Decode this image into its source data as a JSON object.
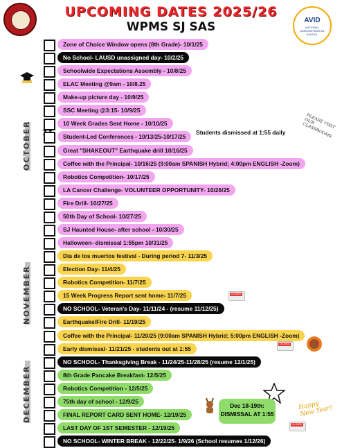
{
  "header": {
    "title": "UPCOMING DATES 2025/26",
    "subtitle": "WPMS SJ SAS",
    "right_logo_text": "AVID",
    "right_logo_sub": "NATIONAL DEMONSTRATION SCHOOL"
  },
  "months": {
    "oct": "OCTOBER",
    "nov": "NOVEMBER",
    "dec": "DECEMBER"
  },
  "events": [
    {
      "text": "Zone of Choice Window opens (8th Grade)- 10/1/25",
      "color": "pink"
    },
    {
      "text": "No School- LAUSD unassigned day- 10/2/25",
      "color": "black"
    },
    {
      "text": "Schoolwide Expectations Assembly - 10/8/25",
      "color": "pink"
    },
    {
      "text": "ELAC Meeting @9am - 10/8.25",
      "color": "pink"
    },
    {
      "text": "Make-up picture day - 10/9/25",
      "color": "pink"
    },
    {
      "text": "SSC Meeting @3:15- 10/9/25",
      "color": "pink"
    },
    {
      "text": "10 Week Grades Sent Home - 10/10/25",
      "color": "pink"
    },
    {
      "text": "Student-Led Conferences - 10/13/25-10/17/25",
      "color": "pink"
    },
    {
      "text": "Great \"SHAKEOUT\" Earthquake drill 10/16/25",
      "color": "pink"
    },
    {
      "text": "Coffee with the Principal- 10/16/25 (9:00am SPANISH Hybrid; 4:00pm ENGLISH -Zoom)",
      "color": "pink"
    },
    {
      "text": "Robotics Competition- 10/17/25",
      "color": "pink"
    },
    {
      "text": "LA Cancer Challenge- VOLUNTEER OPPORTUNITY- 10/26/25",
      "color": "pink"
    },
    {
      "text": "Fire Drill- 10/27/25",
      "color": "pink"
    },
    {
      "text": "50th Day of School- 10/27/25",
      "color": "pink"
    },
    {
      "text": "SJ Haunted House- after school - 10/30/25",
      "color": "pink"
    },
    {
      "text": "Halloween- dismissal 1:55pm 10/31/25",
      "color": "pink"
    },
    {
      "text": "Dia de los muertos festival - During period 7- 11/3/25",
      "color": "yellow"
    },
    {
      "text": "Election Day- 11/4/25",
      "color": "yellow"
    },
    {
      "text": "Robotics Competition- 11/7/25",
      "color": "yellow"
    },
    {
      "text": "15 Week Progress Report sent home- 11/7/25",
      "color": "yellow"
    },
    {
      "text": "NO SCHOOL- Veteran's Day- 11/11/24 - (resume 11/12/25)",
      "color": "black"
    },
    {
      "text": "Earthquake/Fire Drill- 11/19/25",
      "color": "yellow"
    },
    {
      "text": "Coffee with the Principal- 11/20/25 (9:00am SPANISH Hybrid; 5:00pm ENGLISH -Zoom)",
      "color": "yellow"
    },
    {
      "text": "Early dismissal- 11/21/25 - students out at 1:55",
      "color": "yellow"
    },
    {
      "text": "NO SCHOOL- Thanksgiving Break - 11/24/25-11/28/25 (resume 12/1/25)",
      "color": "black"
    },
    {
      "text": "8th Grade Pancake Breakfast- 12/5/25",
      "color": "green"
    },
    {
      "text": "Robotics Competition - 12/5/25",
      "color": "green"
    },
    {
      "text": "75th day of school - 12/9/25",
      "color": "green"
    },
    {
      "text": "FINAL REPORT CARD SENT HOME- 12/19/25",
      "color": "green"
    },
    {
      "text": "LAST DAY OF 1ST SEMESTER - 12/19/25",
      "color": "green"
    },
    {
      "text": "NO SCHOOL- WINTER BREAK - 12/22/25- 1/9/26 (School resumes 1/12/26)",
      "color": "black"
    }
  ],
  "notes": {
    "dismiss": "Students dismissed at 1:55 daily",
    "please_visit": "PLEASE VISIT OUR CLASSROOMS",
    "dec_note_line1": "Dec 18-19th:",
    "dec_note_line2": "DISMISSAL AT 1:55",
    "happy_new_year": "Happy New Year!",
    "closed": "CLOSED"
  }
}
